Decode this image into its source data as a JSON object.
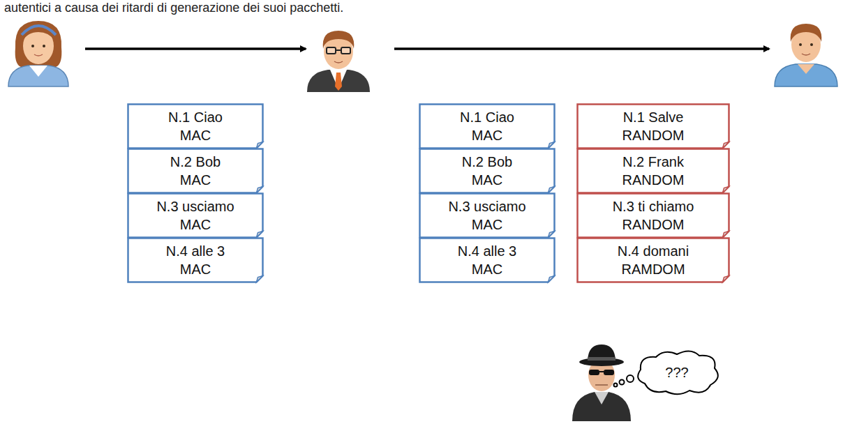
{
  "diagram": {
    "nodes": [
      {
        "text": [
          "N.1 Ciao",
          "MAC"
        ]
      },
      {
        "text": [
          "N.2 Bob",
          "MAC"
        ]
      },
      {
        "text": [
          "N.3 usciamo",
          "MAC"
        ]
      },
      {
        "text": [
          "N.4 alle 3",
          "MAC"
        ]
      },
      {
        "text": [
          "N.1 Ciao",
          "MAC"
        ]
      },
      {
        "text": [
          "N.2 Bob",
          "MAC"
        ]
      },
      {
        "text": [
          "N.3 usciamo",
          "MAC"
        ]
      },
      {
        "text": [
          "N.4 alle 3",
          "MAC"
        ]
      },
      {
        "text": [
          "N.1 Salve",
          "RANDOM"
        ]
      },
      {
        "text": [
          "N.2 Frank",
          "RANDOM"
        ]
      },
      {
        "text": [
          "N.3 ti chiamo",
          "RANDOM"
        ]
      },
      {
        "text": [
          "N.4 domani",
          "RAMDOM"
        ]
      },
      {
        "text": [
          "???"
        ]
      }
    ],
    "labels": [
      "autentici a causa dei ritardi di generazione dei suoi pacchetti."
    ]
  }
}
